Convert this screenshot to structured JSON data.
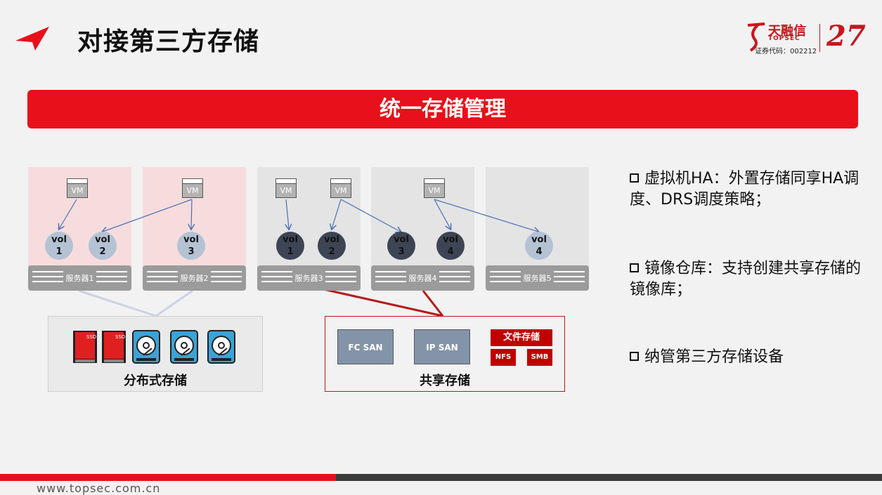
{
  "header": {
    "title": "对接第三方存储"
  },
  "brand": {
    "name": "天融信",
    "sub": "TOPSEC",
    "code": "证券代码：002212",
    "number": "27"
  },
  "banner": {
    "label": "统一存储管理"
  },
  "vm_label": "VM",
  "vols": [
    {
      "line1": "vol",
      "line2": "1"
    },
    {
      "line1": "vol",
      "line2": "2"
    },
    {
      "line1": "vol",
      "line2": "3"
    },
    {
      "line1": "vol",
      "line2": "1"
    },
    {
      "line1": "vol",
      "line2": "2"
    },
    {
      "line1": "vol",
      "line2": "3"
    },
    {
      "line1": "vol",
      "line2": "4"
    },
    {
      "line1": "vol",
      "line2": "4"
    }
  ],
  "servers": [
    "服务器1",
    "服务器2",
    "服务器3",
    "服务器4",
    "服务器5"
  ],
  "distributed": {
    "label": "分布式存储",
    "ssd": "SSD"
  },
  "shared": {
    "label": "共享存储",
    "fc": "FC SAN",
    "ip": "IP SAN",
    "fs": "文件存储",
    "nfs": "NFS",
    "smb": "SMB"
  },
  "bullets": [
    "虚拟机HA：外置存储同享HA调度、DRS调度策略；",
    "镜像仓库：支持创建共享存储的镜像库；",
    "纳管第三方存储设备"
  ],
  "footer": {
    "url": "www.topsec.com.cn"
  },
  "colors": {
    "accent": "#e8101a",
    "dark": "#3a3a3a"
  }
}
